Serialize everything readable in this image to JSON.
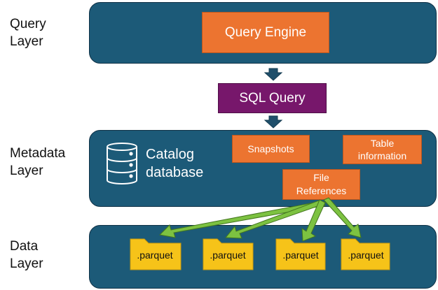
{
  "layers": {
    "query": {
      "line1": "Query",
      "line2": "Layer"
    },
    "metadata": {
      "line1": "Metadata",
      "line2": "Layer"
    },
    "data": {
      "line1": "Data",
      "line2": "Layer"
    }
  },
  "query_engine": "Query Engine",
  "sql_query": "SQL Query",
  "catalog": {
    "line1": "Catalog",
    "line2": "database",
    "icon": "database-icon"
  },
  "snapshots": "Snapshots",
  "table_information": {
    "line1": "Table",
    "line2": "information"
  },
  "file_references": {
    "line1": "File",
    "line2": "References"
  },
  "files": [
    ".parquet",
    ".parquet",
    ".parquet",
    ".parquet"
  ],
  "colors": {
    "layer_fill": "#1c5a78",
    "orange": "#ec7430",
    "purple": "#77176b",
    "arrow_green": "#7dc241",
    "folder_yellow": "#f6c319"
  }
}
